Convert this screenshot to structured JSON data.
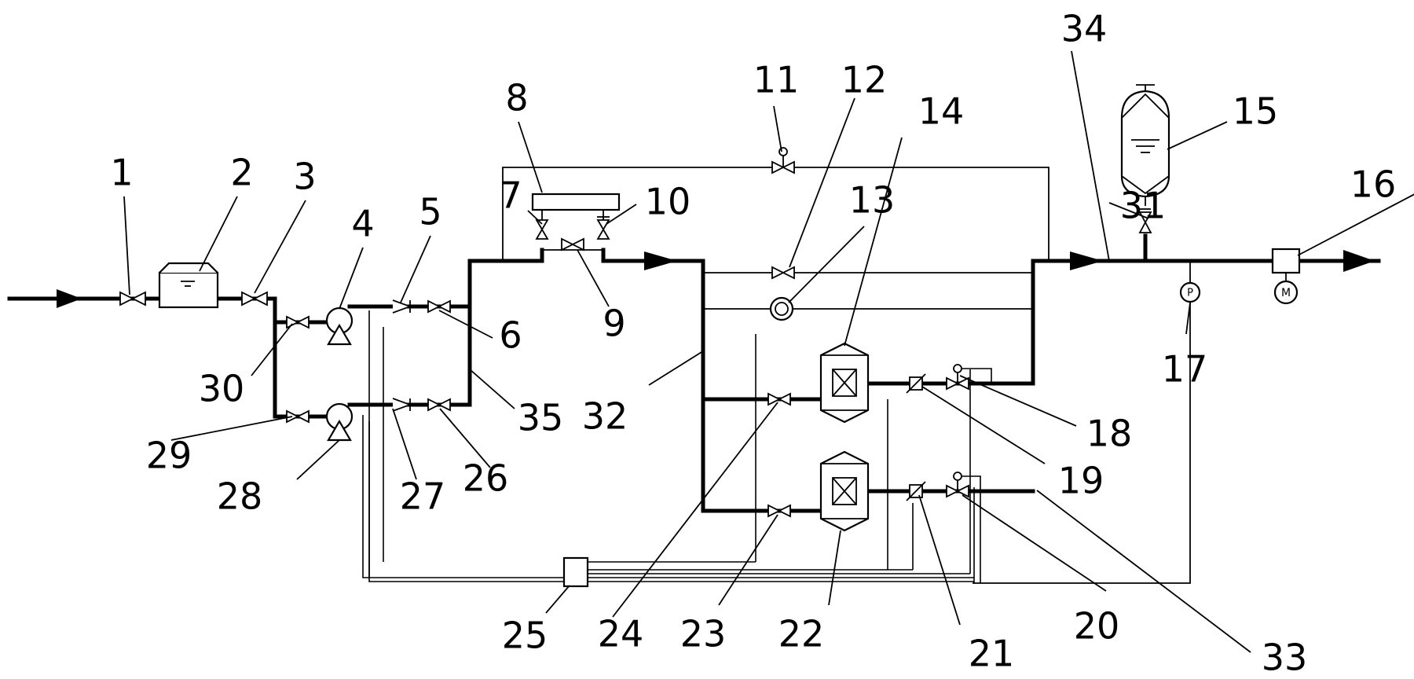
{
  "diagram": {
    "labels": [
      {
        "id": "1",
        "text": "1"
      },
      {
        "id": "2",
        "text": "2"
      },
      {
        "id": "3",
        "text": "3"
      },
      {
        "id": "4",
        "text": "4"
      },
      {
        "id": "5",
        "text": "5"
      },
      {
        "id": "6",
        "text": "6"
      },
      {
        "id": "7",
        "text": "7"
      },
      {
        "id": "8",
        "text": "8"
      },
      {
        "id": "9",
        "text": "9"
      },
      {
        "id": "10",
        "text": "10"
      },
      {
        "id": "11",
        "text": "11"
      },
      {
        "id": "12",
        "text": "12"
      },
      {
        "id": "13",
        "text": "13"
      },
      {
        "id": "14",
        "text": "14"
      },
      {
        "id": "15",
        "text": "15"
      },
      {
        "id": "16",
        "text": "16"
      },
      {
        "id": "17",
        "text": "17"
      },
      {
        "id": "18",
        "text": "18"
      },
      {
        "id": "19",
        "text": "19"
      },
      {
        "id": "20",
        "text": "20"
      },
      {
        "id": "21",
        "text": "21"
      },
      {
        "id": "22",
        "text": "22"
      },
      {
        "id": "23",
        "text": "23"
      },
      {
        "id": "24",
        "text": "24"
      },
      {
        "id": "25",
        "text": "25"
      },
      {
        "id": "26",
        "text": "26"
      },
      {
        "id": "27",
        "text": "27"
      },
      {
        "id": "28",
        "text": "28"
      },
      {
        "id": "29",
        "text": "29"
      },
      {
        "id": "30",
        "text": "30"
      },
      {
        "id": "31",
        "text": "31"
      },
      {
        "id": "32",
        "text": "32"
      },
      {
        "id": "33",
        "text": "33"
      },
      {
        "id": "34",
        "text": "34"
      },
      {
        "id": "35",
        "text": "35"
      }
    ],
    "instrument_marks": {
      "pressure_gauge": "P",
      "meter": "M"
    }
  }
}
